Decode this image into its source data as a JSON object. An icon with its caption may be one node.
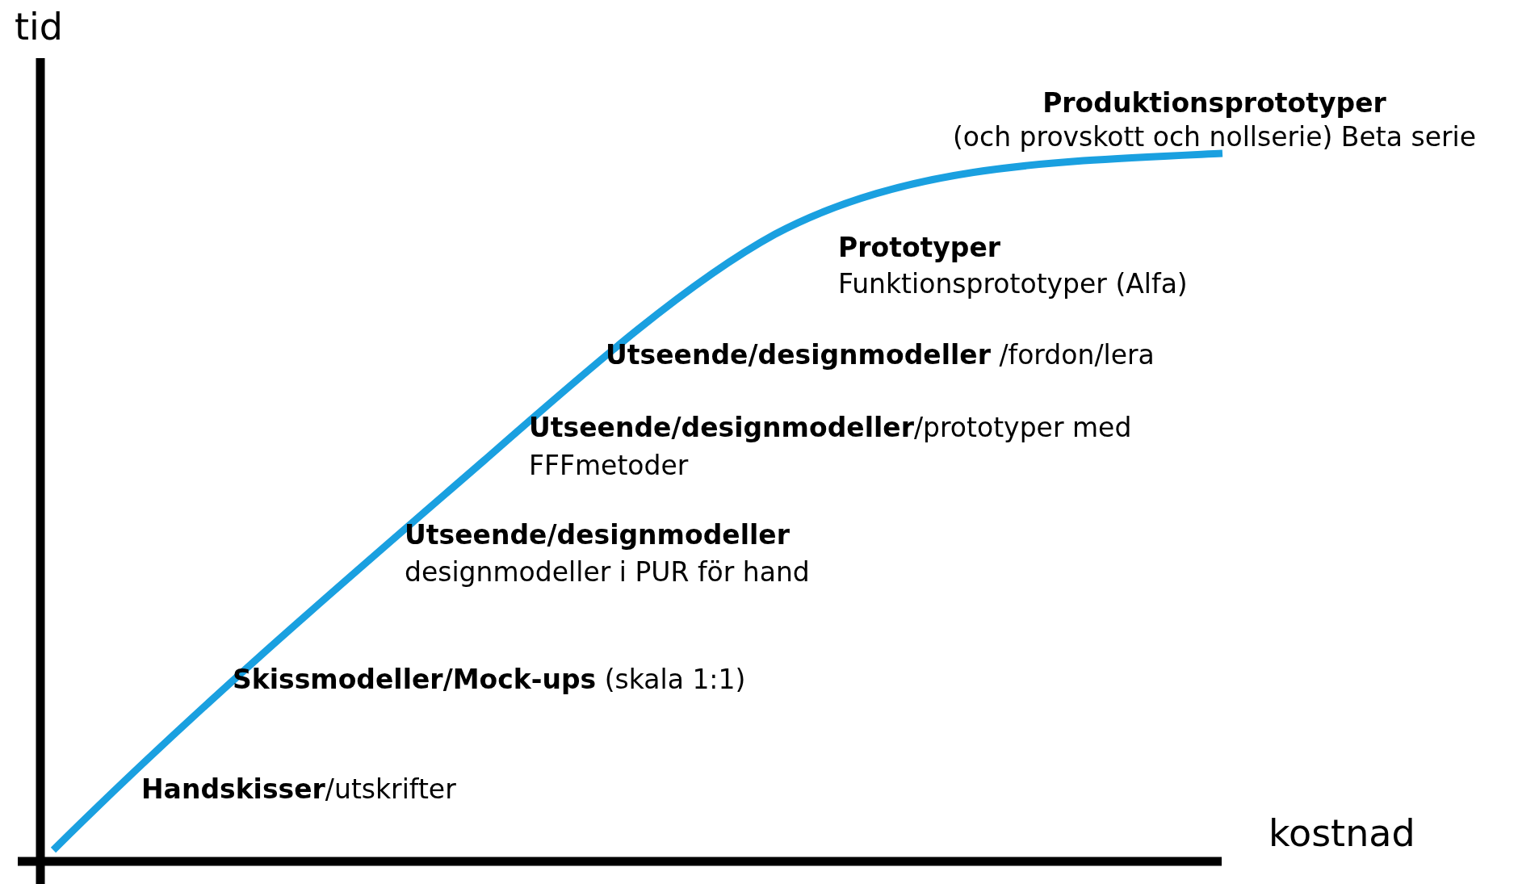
{
  "diagram": {
    "labels": [
      "tid",
      "Produktionsprototyper",
      "(och provskott och nollserie) Beta serie",
      "Prototyper",
      "Funktionsprototyper (Alfa)",
      "**Utseende/designmodeller** /fordon/lera",
      "**Utseende/designmodeller**/prototyper med FFFmetoder",
      "Utseende/designmodeller",
      "designmodeller i PUR för hand",
      "**Skissmodeller/Mock-ups** (skala 1:1)",
      "**Handskisser**/utskrifter",
      "kostnad"
    ]
  }
}
